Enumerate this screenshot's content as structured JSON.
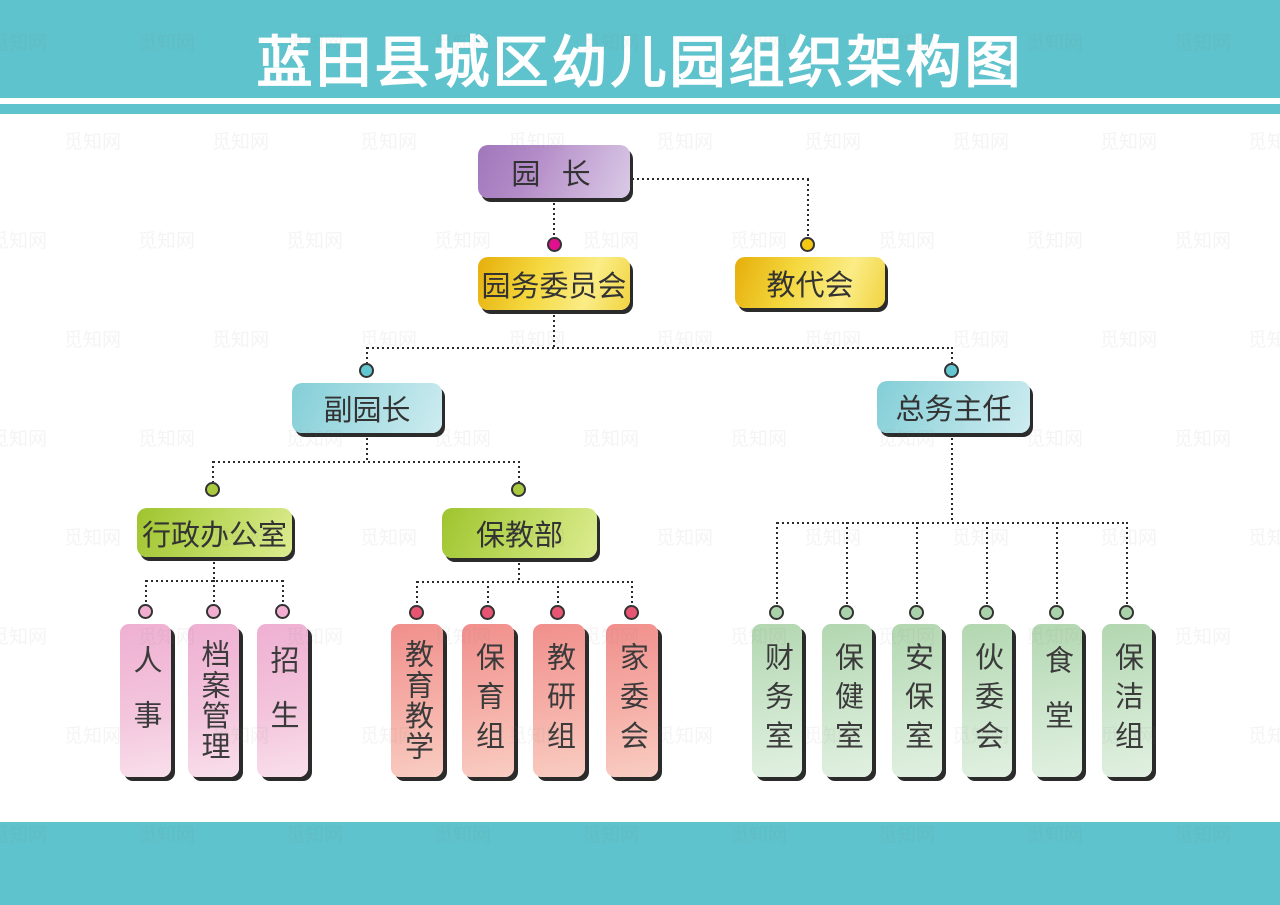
{
  "header": {
    "title": "蓝田县城区幼儿园组织架构图"
  },
  "watermark": {
    "text": "觅知网"
  },
  "org": {
    "principal": {
      "label": "园 长"
    },
    "committee": {
      "label": "园务委员会"
    },
    "congress": {
      "label": "教代会"
    },
    "vice_principal": {
      "label": "副园长"
    },
    "admin_office": {
      "label": "行政办公室",
      "children": [
        "人事",
        "档案管理",
        "招生"
      ]
    },
    "care_dept": {
      "label": "保教部",
      "children": [
        "教育教学",
        "保育组",
        "教研组",
        "家委会"
      ]
    },
    "director": {
      "label": "总务主任",
      "children": [
        "财务室",
        "保健室",
        "安保室",
        "伙委会",
        "食堂",
        "保洁组"
      ]
    }
  },
  "palette": {
    "band": "#5ec3cc",
    "node_purple": "#b48fc8",
    "node_yellow": "#f2cd2e",
    "node_cyan": "#9ed8df",
    "node_lime": "#b4d44e",
    "col_pink": "#f2bcd8",
    "col_salmon": "#f2a29b",
    "col_green": "#c5e0c4",
    "dot_magenta": "#e0108e",
    "dot_gold": "#f4c713",
    "dot_teal": "#63c6d0",
    "dot_lime": "#a9c93e",
    "dot_pink": "#f2aed0",
    "dot_red": "#e85573",
    "dot_green": "#abd3ab",
    "line": "#2b2b2b"
  }
}
